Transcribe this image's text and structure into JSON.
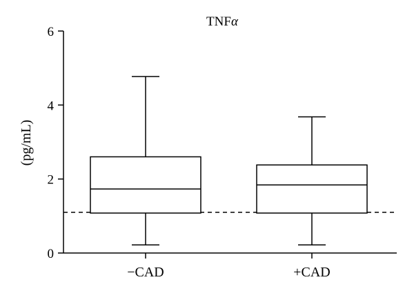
{
  "chart_data": {
    "type": "box",
    "title_main": "TNF",
    "title_greek": "α",
    "ylabel": "(pg/mL)",
    "xlabel": "",
    "ylim": [
      0,
      6
    ],
    "yticks": [
      0,
      2,
      4,
      6
    ],
    "grid": false,
    "legend": "none",
    "categories": [
      "−CAD",
      "+CAD"
    ],
    "boxes": [
      {
        "category": "−CAD",
        "whisker_low": 0.22,
        "q1": 1.08,
        "median": 1.73,
        "q3": 2.6,
        "whisker_high": 4.77
      },
      {
        "category": "+CAD",
        "whisker_low": 0.22,
        "q1": 1.08,
        "median": 1.84,
        "q3": 2.38,
        "whisker_high": 3.68
      }
    ],
    "reference_line": {
      "y": 1.1,
      "style": "dashed"
    },
    "colors": {
      "stroke": "#000000",
      "fill": "#ffffff"
    }
  }
}
